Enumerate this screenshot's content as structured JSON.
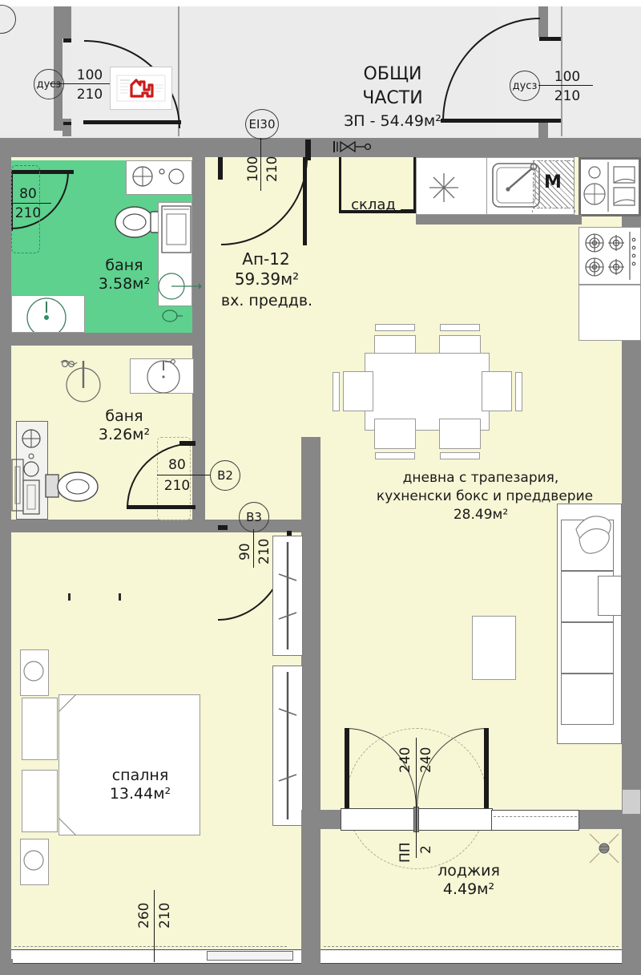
{
  "plan": {
    "title_common": {
      "line1": "ОБЩИ",
      "line2": "ЧАСТИ",
      "line3": "ЗП - 54.49м²"
    },
    "apartment": {
      "code": "Ап-12",
      "area": "59.39м²",
      "sub": "вх. преддв."
    }
  },
  "rooms": [
    {
      "name": "баня",
      "area": "3.58м²",
      "id": "bath-green"
    },
    {
      "name": "баня",
      "area": "3.26м²",
      "id": "bath-yellow"
    },
    {
      "name": "склад",
      "area": "",
      "id": "storage"
    },
    {
      "name": "дневна с трапезария,",
      "name2": "кухненски бокс и преддверие",
      "area": "28.49м²",
      "id": "living"
    },
    {
      "name": "спалня",
      "area": "13.44м²",
      "id": "bedroom"
    },
    {
      "name": "лоджия",
      "area": "4.49м²",
      "id": "loggia"
    }
  ],
  "doors": [
    {
      "id": "door-left-common",
      "tag": "дусз",
      "width": "100",
      "height": "210",
      "orient": "h"
    },
    {
      "id": "door-right-common",
      "tag": "дусз",
      "width": "100",
      "height": "210",
      "orient": "h"
    },
    {
      "id": "door-entry",
      "tag": "EI30",
      "width": "100",
      "height": "210",
      "orient": "v"
    },
    {
      "id": "door-bath-green",
      "tag": "",
      "width": "80",
      "height": "210",
      "orient": "h"
    },
    {
      "id": "door-bath-yellow",
      "tag": "B2",
      "width": "80",
      "height": "210",
      "orient": "h"
    },
    {
      "id": "door-bedroom",
      "tag": "B3",
      "width": "90",
      "height": "210",
      "orient": "v"
    },
    {
      "id": "door-loggia-left",
      "tag": "",
      "width": "240",
      "height": "",
      "orient": "v"
    },
    {
      "id": "door-loggia-right",
      "tag": "",
      "width": "240",
      "height": "",
      "orient": "v"
    },
    {
      "id": "window-loggia-tag",
      "tag": "ПП",
      "width": "2",
      "height": "",
      "orient": "v"
    }
  ],
  "windows": [
    {
      "id": "window-bedroom",
      "width": "260",
      "height": "210"
    }
  ],
  "kitchen": {
    "dishwasher_label": "M"
  },
  "colors": {
    "common_fill": "#ebebeb",
    "apartment_fill": "#f7f6d5",
    "bath_highlight": "#5ed18e",
    "wall": "#878787",
    "ink": "#1a1a1a",
    "logo_accent": "#cc1b1b"
  }
}
